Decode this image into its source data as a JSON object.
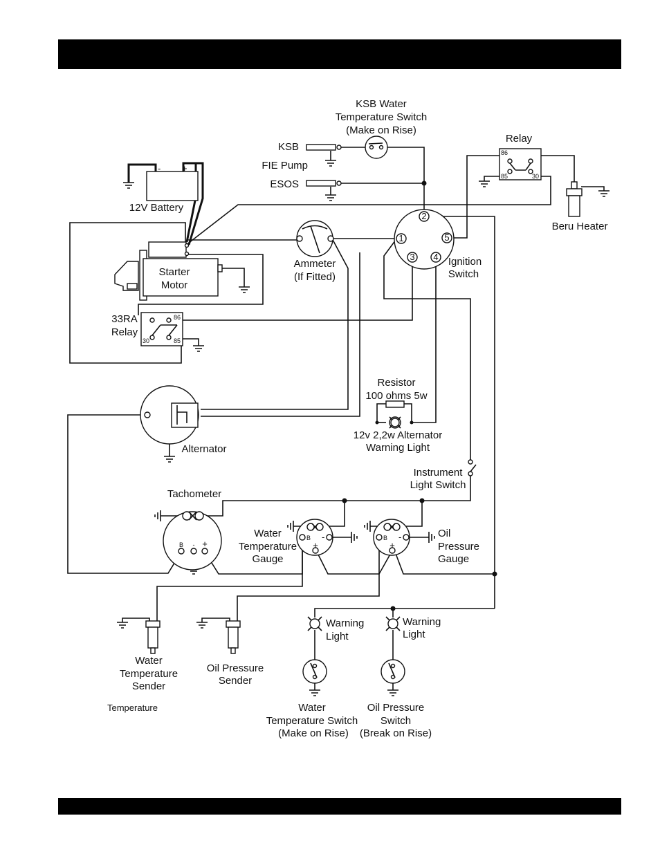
{
  "labels": {
    "ksb_switch": [
      "KSB Water",
      "Temperature Switch",
      "(Make on Rise)"
    ],
    "ksb": "KSB",
    "fie_pump": "FIE Pump",
    "esos": "ESOS",
    "relay": "Relay",
    "relay_pin_86": "86",
    "relay_pin_85": "85",
    "relay_pin_30": "30",
    "battery": "12V Battery",
    "battery_minus": "-",
    "battery_plus": "+",
    "beru_heater": "Beru Heater",
    "ammeter": [
      "Ammeter",
      "(If Fitted)"
    ],
    "ignition_switch": [
      "Ignition",
      "Switch"
    ],
    "ign_pins": [
      "1",
      "2",
      "3",
      "4",
      "5"
    ],
    "starter_motor": [
      "Starter",
      "Motor"
    ],
    "relay_33ra": [
      "33RA",
      "Relay"
    ],
    "r33_pin_86": "86",
    "r33_pin_30": "30",
    "r33_pin_85": "85",
    "resistor": [
      "Resistor",
      "100 ohms 5w"
    ],
    "alt_warning_light": [
      "12v 2,2w Alternator",
      "Warning Light"
    ],
    "alternator": "Alternator",
    "instrument_light_switch": [
      "Instrument",
      "Light Switch"
    ],
    "tachometer": "Tachometer",
    "gauge_b": "B",
    "gauge_minus": "-",
    "gauge_plus": "+",
    "water_temp_gauge": [
      "Water",
      "Temperature",
      "Gauge"
    ],
    "oil_pressure_gauge": [
      "Oil",
      "Pressure",
      "Gauge"
    ],
    "warning_light": [
      "Warning",
      "Light"
    ],
    "water_temp_sender": [
      "Water",
      "Temperature",
      "Sender"
    ],
    "oil_pressure_sender": [
      "Oil Pressure",
      "Sender"
    ],
    "temperature_note": "Temperature",
    "water_temp_switch": [
      "Water",
      "Temperature Switch",
      "(Make on Rise)"
    ],
    "oil_pressure_switch": [
      "Oil Pressure",
      "Switch",
      "(Break on Rise)"
    ]
  }
}
